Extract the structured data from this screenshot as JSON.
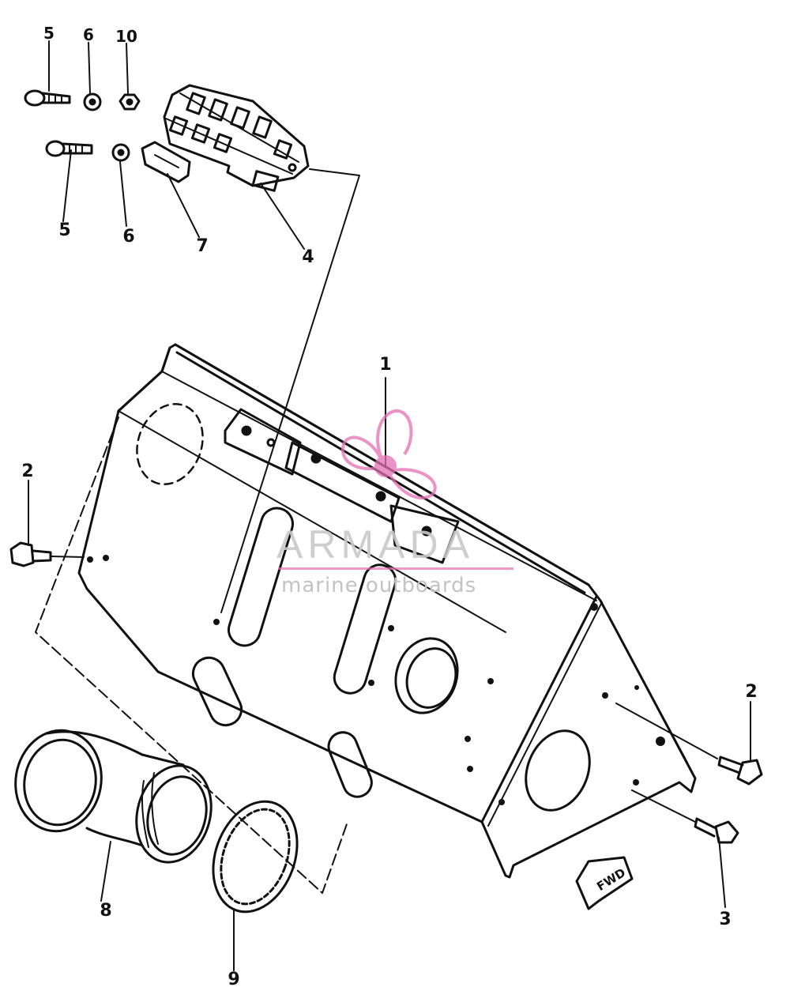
{
  "diagram": {
    "callouts": [
      {
        "id": "c1",
        "label": "1"
      },
      {
        "id": "c2a",
        "label": "2"
      },
      {
        "id": "c2b",
        "label": "2"
      },
      {
        "id": "c3",
        "label": "3"
      },
      {
        "id": "c4",
        "label": "4"
      },
      {
        "id": "c5a",
        "label": "5"
      },
      {
        "id": "c5b",
        "label": "5"
      },
      {
        "id": "c6a",
        "label": "6"
      },
      {
        "id": "c6b",
        "label": "6"
      },
      {
        "id": "c7",
        "label": "7"
      },
      {
        "id": "c8",
        "label": "8"
      },
      {
        "id": "c9",
        "label": "9"
      },
      {
        "id": "c10",
        "label": "10"
      }
    ],
    "direction_arrow": {
      "label": "FWD"
    }
  },
  "watermark": {
    "brand": "ARMADA",
    "tagline": "marine outboards",
    "colors": {
      "logo": "#e36fb3",
      "text": "#c9c9c9"
    }
  }
}
